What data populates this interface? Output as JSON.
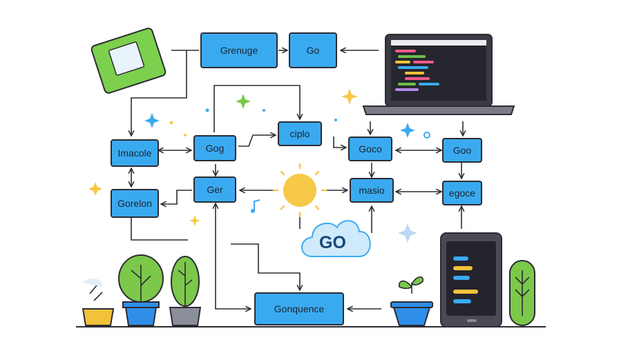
{
  "nodes": {
    "grenuge": "Grenuge",
    "go_top": "Go",
    "ciplo": "ciplo",
    "imacole": "Imacole",
    "gog": "Gog",
    "goco": "Goco",
    "goo": "Goo",
    "gorelon": "Gorelon",
    "ger": "Ger",
    "masio": "masio",
    "egoce": "egoce",
    "gonquence": "Gonquence"
  },
  "cloud_label": "GO",
  "colors": {
    "node_fill": "#3aaaf0",
    "outline": "#2b2b33",
    "sun": "#f7c948",
    "plant_green": "#7cc84a",
    "pot_blue": "#2f8ee8",
    "pot_yellow": "#f2c23a",
    "card_green": "#7cd04e"
  },
  "icons": [
    "sticky-note-icon",
    "laptop-icon",
    "smartphone-icon",
    "sun-icon",
    "cloud-icon",
    "sparkle-icon",
    "music-note-icon",
    "plant-icon"
  ]
}
